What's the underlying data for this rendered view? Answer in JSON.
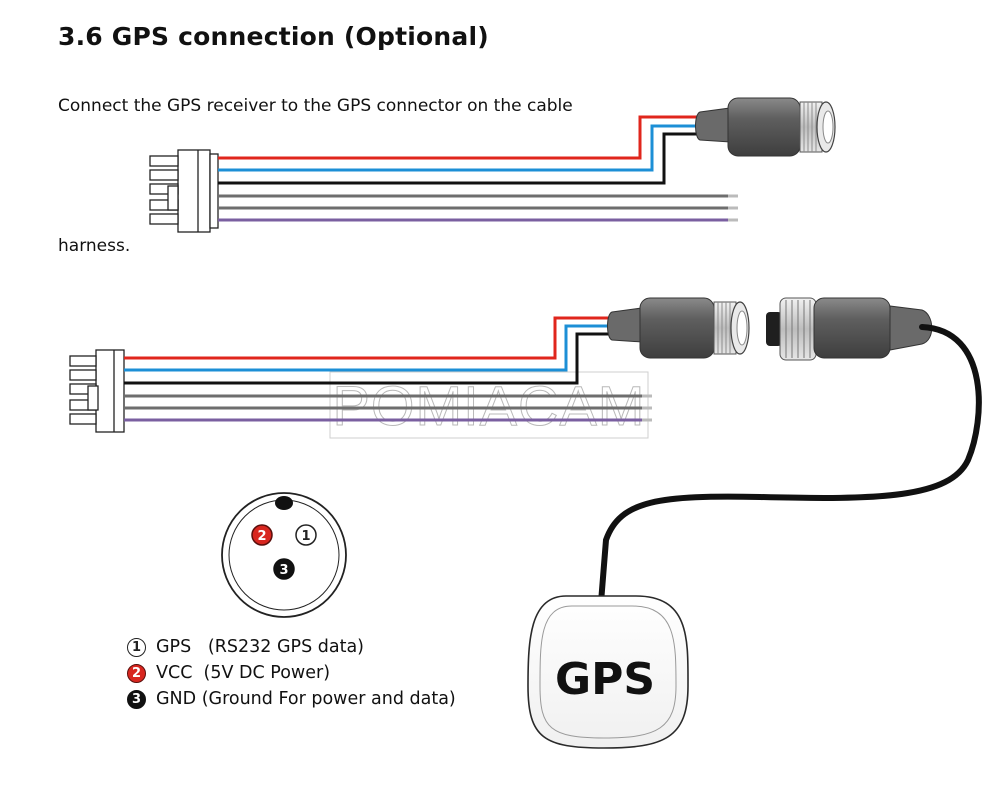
{
  "heading": "3.6 GPS connection (Optional)",
  "paragraph": {
    "line1": "Connect the GPS receiver to the GPS connector on the cable",
    "line2": "harness."
  },
  "watermark": "POMIACAM",
  "gps_module_label": "GPS",
  "pinout": {
    "pins": [
      {
        "number": "1",
        "name": "GPS",
        "description": "(RS232 GPS data)",
        "text": "GPS   (RS232 GPS data)",
        "color": "#ffffff"
      },
      {
        "number": "2",
        "name": "VCC",
        "description": "(5V DC Power)",
        "text": "VCC  (5V DC Power)",
        "color": "#d8261f"
      },
      {
        "number": "3",
        "name": "GND",
        "description": "(Ground For power and data)",
        "text": "GND (Ground For power and data)",
        "color": "#111111"
      }
    ]
  },
  "colors": {
    "wire_red": "#e0261c",
    "wire_blue": "#1c8fd6",
    "wire_black": "#111111",
    "wire_gray": "#6e6e6e",
    "wire_purple": "#7a5fa0",
    "connector_body": "#5d5d5d"
  }
}
